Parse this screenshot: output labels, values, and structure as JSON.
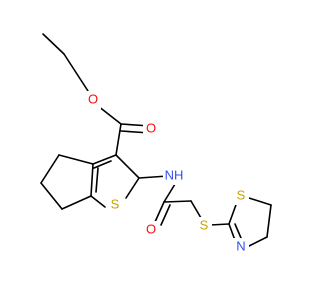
{
  "molecule": {
    "atoms": {
      "ester_o_single": {
        "symbol": "O",
        "color": "#ff0d0d"
      },
      "ester_o_double": {
        "symbol": "O",
        "color": "#ff0d0d"
      },
      "amide_nh": {
        "symbol": "NH",
        "color": "#3050f8"
      },
      "thiophene_s": {
        "symbol": "S",
        "color": "#c8a000"
      },
      "amide_o": {
        "symbol": "O",
        "color": "#ff0d0d"
      },
      "thioether_s": {
        "symbol": "S",
        "color": "#c8a000"
      },
      "thiazoline_s": {
        "symbol": "S",
        "color": "#c8a000"
      },
      "thiazoline_n": {
        "symbol": "N",
        "color": "#3050f8"
      }
    }
  }
}
